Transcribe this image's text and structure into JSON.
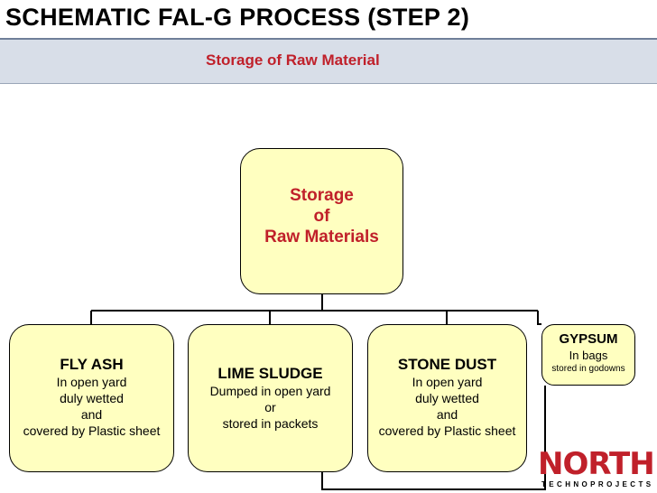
{
  "header": {
    "title": "SCHEMATIC FAL-G PROCESS (STEP 2)",
    "subtitle": "Storage of Raw Material"
  },
  "diagram": {
    "root": {
      "lines": [
        "Storage",
        "of",
        "Raw Materials"
      ]
    },
    "children": [
      {
        "heading": "FLY ASH",
        "lines": [
          "In open yard",
          "duly wetted",
          "and",
          "covered by Plastic sheet"
        ]
      },
      {
        "heading": "LIME SLUDGE",
        "lines": [
          "Dumped in open yard",
          "or",
          "stored in packets"
        ]
      },
      {
        "heading": "STONE DUST",
        "lines": [
          "In open yard",
          "duly wetted",
          "and",
          "covered by Plastic sheet"
        ]
      },
      {
        "heading": "GYPSUM",
        "lines": [
          "In bags",
          "stored in godowns"
        ]
      }
    ]
  },
  "logo": {
    "word": "NORTH",
    "sub": "TECHNOPROJECTS"
  },
  "colors": {
    "accent": "#c0202a",
    "box_fill": "#ffffc0",
    "band": "#d8dee8"
  }
}
